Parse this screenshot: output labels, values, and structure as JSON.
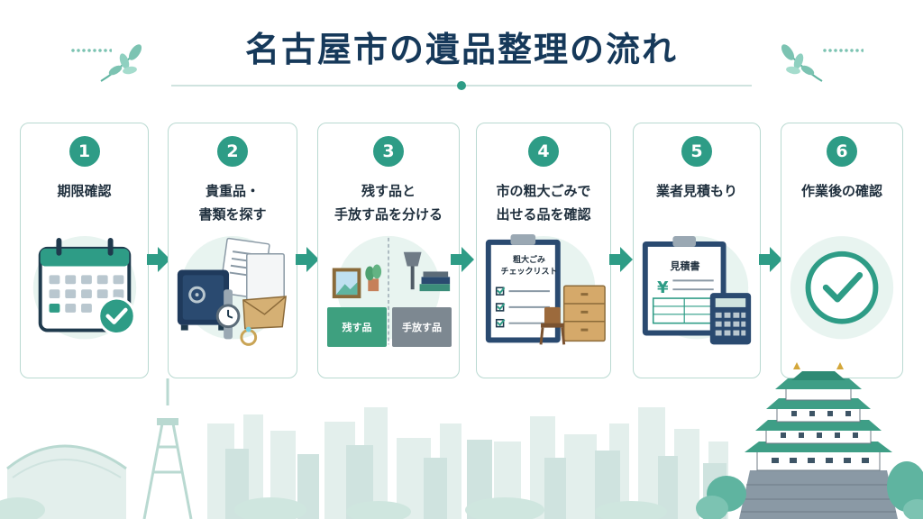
{
  "title": "名古屋市の遺品整理の流れ",
  "steps": [
    {
      "num": "1",
      "label": "期限確認"
    },
    {
      "num": "2",
      "label": "貴重品・\n書類を探す"
    },
    {
      "num": "3",
      "label": "残す品と\n手放す品を分ける"
    },
    {
      "num": "4",
      "label": "市の粗大ごみで\n出せる品を確認"
    },
    {
      "num": "5",
      "label": "業者見積もり"
    },
    {
      "num": "6",
      "label": "作業後の確認"
    }
  ],
  "step3": {
    "keep_box": "残す品",
    "release_box": "手放す品"
  },
  "step4": {
    "clipboard_title": "粗大ごみ",
    "clipboard_subtitle": "チェックリスト"
  },
  "step5": {
    "document_title": "見積書",
    "yen_sign": "¥"
  },
  "colors": {
    "accent": "#2e9c86",
    "title": "#16395a",
    "card_border": "#b9d9d1",
    "circle_bg": "#e8f4f0"
  }
}
